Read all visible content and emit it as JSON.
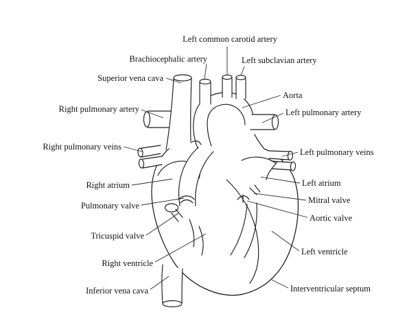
{
  "colors": {
    "line": "#1a1a1a",
    "label_text": "#111111",
    "background": "#ffffff"
  },
  "labels": [
    {
      "text": "Left common carotid artery"
    },
    {
      "text": "Brachiocephalic artery"
    },
    {
      "text": "Left subclavian artery"
    },
    {
      "text": "Superior vena cava"
    },
    {
      "text": "Aorta"
    },
    {
      "text": "Right pulmonary artery"
    },
    {
      "text": "Left pulmonary artery"
    },
    {
      "text": "Right pulmonary veins"
    },
    {
      "text": "Left pulmonary veins"
    },
    {
      "text": "Right atrium"
    },
    {
      "text": "Left atrium"
    },
    {
      "text": "Pulmonary valve"
    },
    {
      "text": "Mitral valve"
    },
    {
      "text": "Tricuspid valve"
    },
    {
      "text": "Aortic valve"
    },
    {
      "text": "Right ventricle"
    },
    {
      "text": "Left ventricle"
    },
    {
      "text": "Inferior vena cava"
    },
    {
      "text": "Interventricular septum"
    }
  ]
}
